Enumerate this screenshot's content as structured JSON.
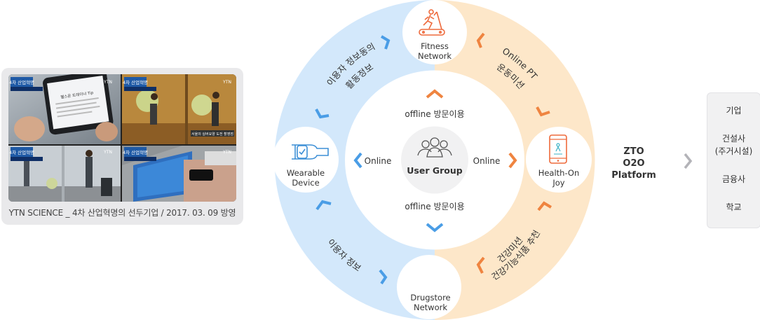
{
  "photo": {
    "caption": "YTN SCIENCE _ 4차 산업혁명의 선두기업 / 2017. 03. 09 방영",
    "badge_text": "4차 산업혁명",
    "channel_text": "YTN",
    "phone_heading": "헬스온 트레이너 Tip",
    "subtitle_text": "서울의 실버요양 도전 촬영점"
  },
  "diagram": {
    "nodes": {
      "fitness": [
        "Fitness",
        "Network"
      ],
      "wearable": [
        "Wearable",
        "Device"
      ],
      "health_on": [
        "Health-On",
        "Joy"
      ],
      "drugstore": [
        "Drugstore",
        "Network"
      ],
      "center": "User Group"
    },
    "inner": {
      "top": "offline 방문이용",
      "bottom": "offline 방문이용",
      "left": "Online",
      "right": "Online"
    },
    "arcs": {
      "top_left": [
        "이용자 정보동의",
        "활동정보"
      ],
      "top_right": [
        "Online PT",
        "운동미션"
      ],
      "bottom_left": [
        "이용자 정보"
      ],
      "bottom_right": [
        "건강기능식품 추천",
        "건강미션"
      ]
    },
    "colors": {
      "blue_ring": "#d3e8fb",
      "orange_ring": "#fde7c9",
      "blue_chevron": "#4a9de6",
      "orange_chevron": "#ef8440",
      "icon_orange": "#ee6a3c",
      "icon_blue": "#3d8fd6"
    }
  },
  "platform": {
    "line1": "ZTO",
    "line2": "O2O Platform"
  },
  "targets": [
    "기업",
    "건설사",
    "(주거시설)",
    "금융사",
    "학교"
  ]
}
